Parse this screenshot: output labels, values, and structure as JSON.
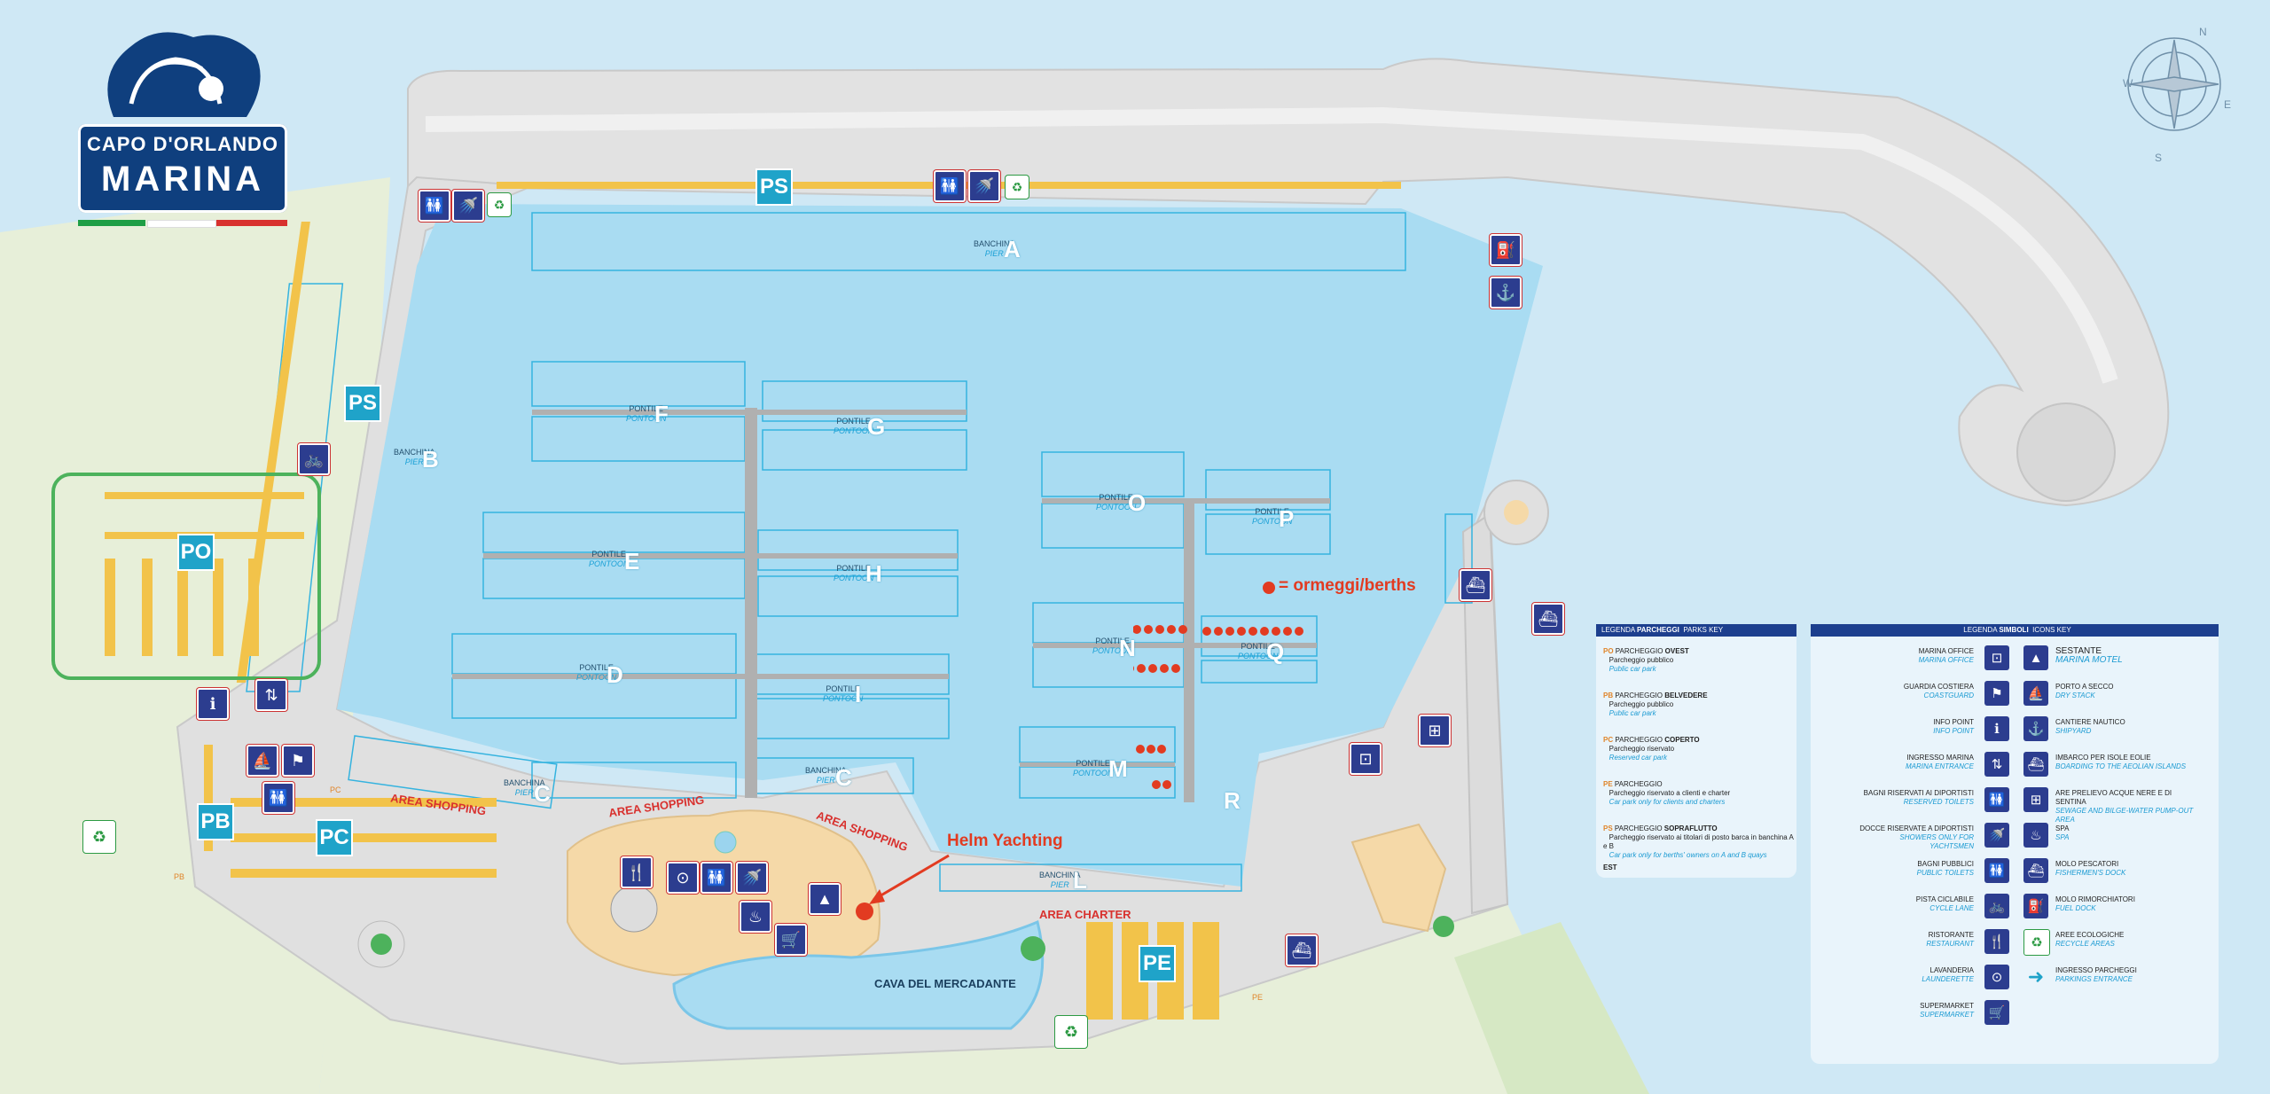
{
  "logo": {
    "line1": "CAPO D'ORLANDO",
    "line2": "MARINA",
    "flag_colors": [
      "#1e9e46",
      "#ffffff",
      "#d8312e"
    ]
  },
  "colors": {
    "sea": "#cfe8f5",
    "harbor_water": "#a9dcf2",
    "quay": "#e0e0e0",
    "land": "#e7efd9",
    "building": "#f5d9a8",
    "icon_blue": "#2c3d8f",
    "parking_blue": "#1fa3c9",
    "accent_red": "#e23b21"
  },
  "compass": {
    "n": "N",
    "s": "S",
    "e": "E",
    "w": "W"
  },
  "piers": [
    {
      "letter": "A",
      "type": "BANCHINA",
      "type_en": "PIER"
    },
    {
      "letter": "B",
      "type": "BANCHINA",
      "type_en": "PIER"
    },
    {
      "letter": "C",
      "type": "BANCHINA",
      "type_en": "PIER"
    },
    {
      "letter": "C",
      "type": "BANCHINA",
      "type_en": "PIER"
    },
    {
      "letter": "L",
      "type": "BANCHINA",
      "type_en": "PIER"
    },
    {
      "letter": "D",
      "type": "PONTILE",
      "type_en": "PONTOON"
    },
    {
      "letter": "E",
      "type": "PONTILE",
      "type_en": "PONTOON"
    },
    {
      "letter": "F",
      "type": "PONTILE",
      "type_en": "PONTOON"
    },
    {
      "letter": "G",
      "type": "PONTILE",
      "type_en": "PONTOON"
    },
    {
      "letter": "H",
      "type": "PONTILE",
      "type_en": "PONTOON"
    },
    {
      "letter": "I",
      "type": "PONTILE",
      "type_en": "PONTOON"
    },
    {
      "letter": "O",
      "type": "PONTILE",
      "type_en": "PONTOON"
    },
    {
      "letter": "P",
      "type": "PONTILE",
      "type_en": "PONTOON"
    },
    {
      "letter": "N",
      "type": "PONTILE",
      "type_en": "PONTOON"
    },
    {
      "letter": "Q",
      "type": "PONTILE",
      "type_en": "PONTOON"
    },
    {
      "letter": "M",
      "type": "PONTILE",
      "type_en": "PONTOON"
    },
    {
      "letter": "R",
      "type": "",
      "type_en": ""
    }
  ],
  "parking_signs": [
    "PS",
    "PS",
    "PO",
    "PB",
    "PC",
    "PE"
  ],
  "parking_small_labels": [
    "PB",
    "PC",
    "PE"
  ],
  "areas": [
    "AREA SHOPPING",
    "AREA SHOPPING",
    "AREA SHOPPING",
    "AREA CHARTER"
  ],
  "cava_label": "CAVA DEL MERCADANTE",
  "berths_label": "= ormeggi/berths",
  "helm_label": "Helm Yachting",
  "map_icons": {
    "toilets": "toilets-icon",
    "shower": "shower-icon",
    "recycle": "recycle-icon",
    "fuel": "fuel-icon",
    "crane": "crane-icon",
    "ferry": "ferry-icon",
    "info": "info-icon",
    "entrance": "entrance-icon",
    "bike": "bike-icon",
    "restaurant": "restaurant-icon",
    "laundry": "laundry-icon",
    "spa": "spa-icon",
    "motel": "motel-icon",
    "supermarket": "supermarket-icon",
    "shipyard": "shipyard-icon",
    "coastguard": "coastguard-icon",
    "office": "marina-office-icon",
    "pumpout": "pumpout-icon"
  },
  "legend_parking": {
    "title_a": "LEGENDA",
    "title_b": "PARCHEGGI",
    "title_c": "PARKS KEY",
    "entries": [
      {
        "code": "PO",
        "name_a": "PARCHEGGIO",
        "name_b": "OVEST",
        "line1": "Parcheggio pubblico",
        "line2": "Public car park"
      },
      {
        "code": "PB",
        "name_a": "PARCHEGGIO",
        "name_b": "BELVEDERE",
        "line1": "Parcheggio pubblico",
        "line2": "Public car park"
      },
      {
        "code": "PC",
        "name_a": "PARCHEGGIO",
        "name_b": "COPERTO",
        "line1": "Parcheggio riservato",
        "line2": "Reserved car park"
      },
      {
        "code": "PE",
        "name_a": "PARCHEGGIO",
        "name_b": "",
        "line1": "Parcheggio riservato a clienti e charter",
        "line2": "Car park only for clients and charters"
      },
      {
        "code": "PS",
        "name_a": "PARCHEGGIO",
        "name_b": "SOPRAFLUTTO",
        "line1": "Parcheggio riservato ai titolari di posto barca in banchina A e B",
        "line2": "Car park only for berths' owners on A and B quays"
      }
    ],
    "footer": "EST"
  },
  "legend_symbols": {
    "title_a": "LEGENDA",
    "title_b": "SIMBOLI",
    "title_c": "ICONS KEY",
    "left": [
      {
        "it": "MARINA OFFICE",
        "en": "MARINA OFFICE",
        "icon": "marina-office-icon"
      },
      {
        "it": "GUARDIA COSTIERA",
        "en": "COASTGUARD",
        "icon": "coastguard-icon"
      },
      {
        "it": "INFO POINT",
        "en": "INFO POINT",
        "icon": "info-icon"
      },
      {
        "it": "INGRESSO MARINA",
        "en": "MARINA ENTRANCE",
        "icon": "entrance-icon"
      },
      {
        "it": "BAGNI RISERVATI AI DIPORTISTI",
        "en": "RESERVED TOILETS",
        "icon": "toilets-icon"
      },
      {
        "it": "DOCCE RISERVATE A DIPORTISTI",
        "en": "SHOWERS ONLY FOR YACHTSMEN",
        "icon": "shower-icon"
      },
      {
        "it": "BAGNI PUBBLICI",
        "en": "PUBLIC TOILETS",
        "icon": "toilets-icon"
      },
      {
        "it": "PISTA CICLABILE",
        "en": "CYCLE LANE",
        "icon": "bike-icon"
      },
      {
        "it": "RISTORANTE",
        "en": "RESTAURANT",
        "icon": "restaurant-icon"
      },
      {
        "it": "LAVANDERIA",
        "en": "LAUNDERETTE",
        "icon": "laundry-icon"
      },
      {
        "it": "SUPERMARKET",
        "en": "SUPERMARKET",
        "icon": "supermarket-icon"
      }
    ],
    "right": [
      {
        "it": "SESTANTE",
        "en": "MARINA MOTEL",
        "icon": "motel-icon"
      },
      {
        "it": "PORTO A SECCO",
        "en": "DRY STACK",
        "icon": "dry-stack-icon"
      },
      {
        "it": "CANTIERE NAUTICO",
        "en": "SHIPYARD",
        "icon": "shipyard-icon"
      },
      {
        "it": "IMBARCO PER ISOLE EOLIE",
        "en": "BOARDING TO THE AEOLIAN ISLANDS",
        "icon": "ferry-icon"
      },
      {
        "it": "ARE PRELIEVO ACQUE NERE E DI SENTINA",
        "en": "SEWAGE AND BILGE-WATER PUMP-OUT AREA",
        "icon": "pumpout-icon"
      },
      {
        "it": "SPA",
        "en": "SPA",
        "icon": "spa-icon"
      },
      {
        "it": "MOLO PESCATORI",
        "en": "FISHERMEN'S DOCK",
        "icon": "fishermen-icon"
      },
      {
        "it": "MOLO RIMORCHIATORI",
        "en": "FUEL DOCK",
        "icon": "fuel-icon"
      },
      {
        "it": "AREE ECOLOGICHE",
        "en": "RECYCLE AREAS",
        "icon": "recycle-icon"
      },
      {
        "it": "INGRESSO PARCHEGGI",
        "en": "PARKINGS ENTRANCE",
        "icon": "parking-entrance-icon"
      }
    ]
  }
}
